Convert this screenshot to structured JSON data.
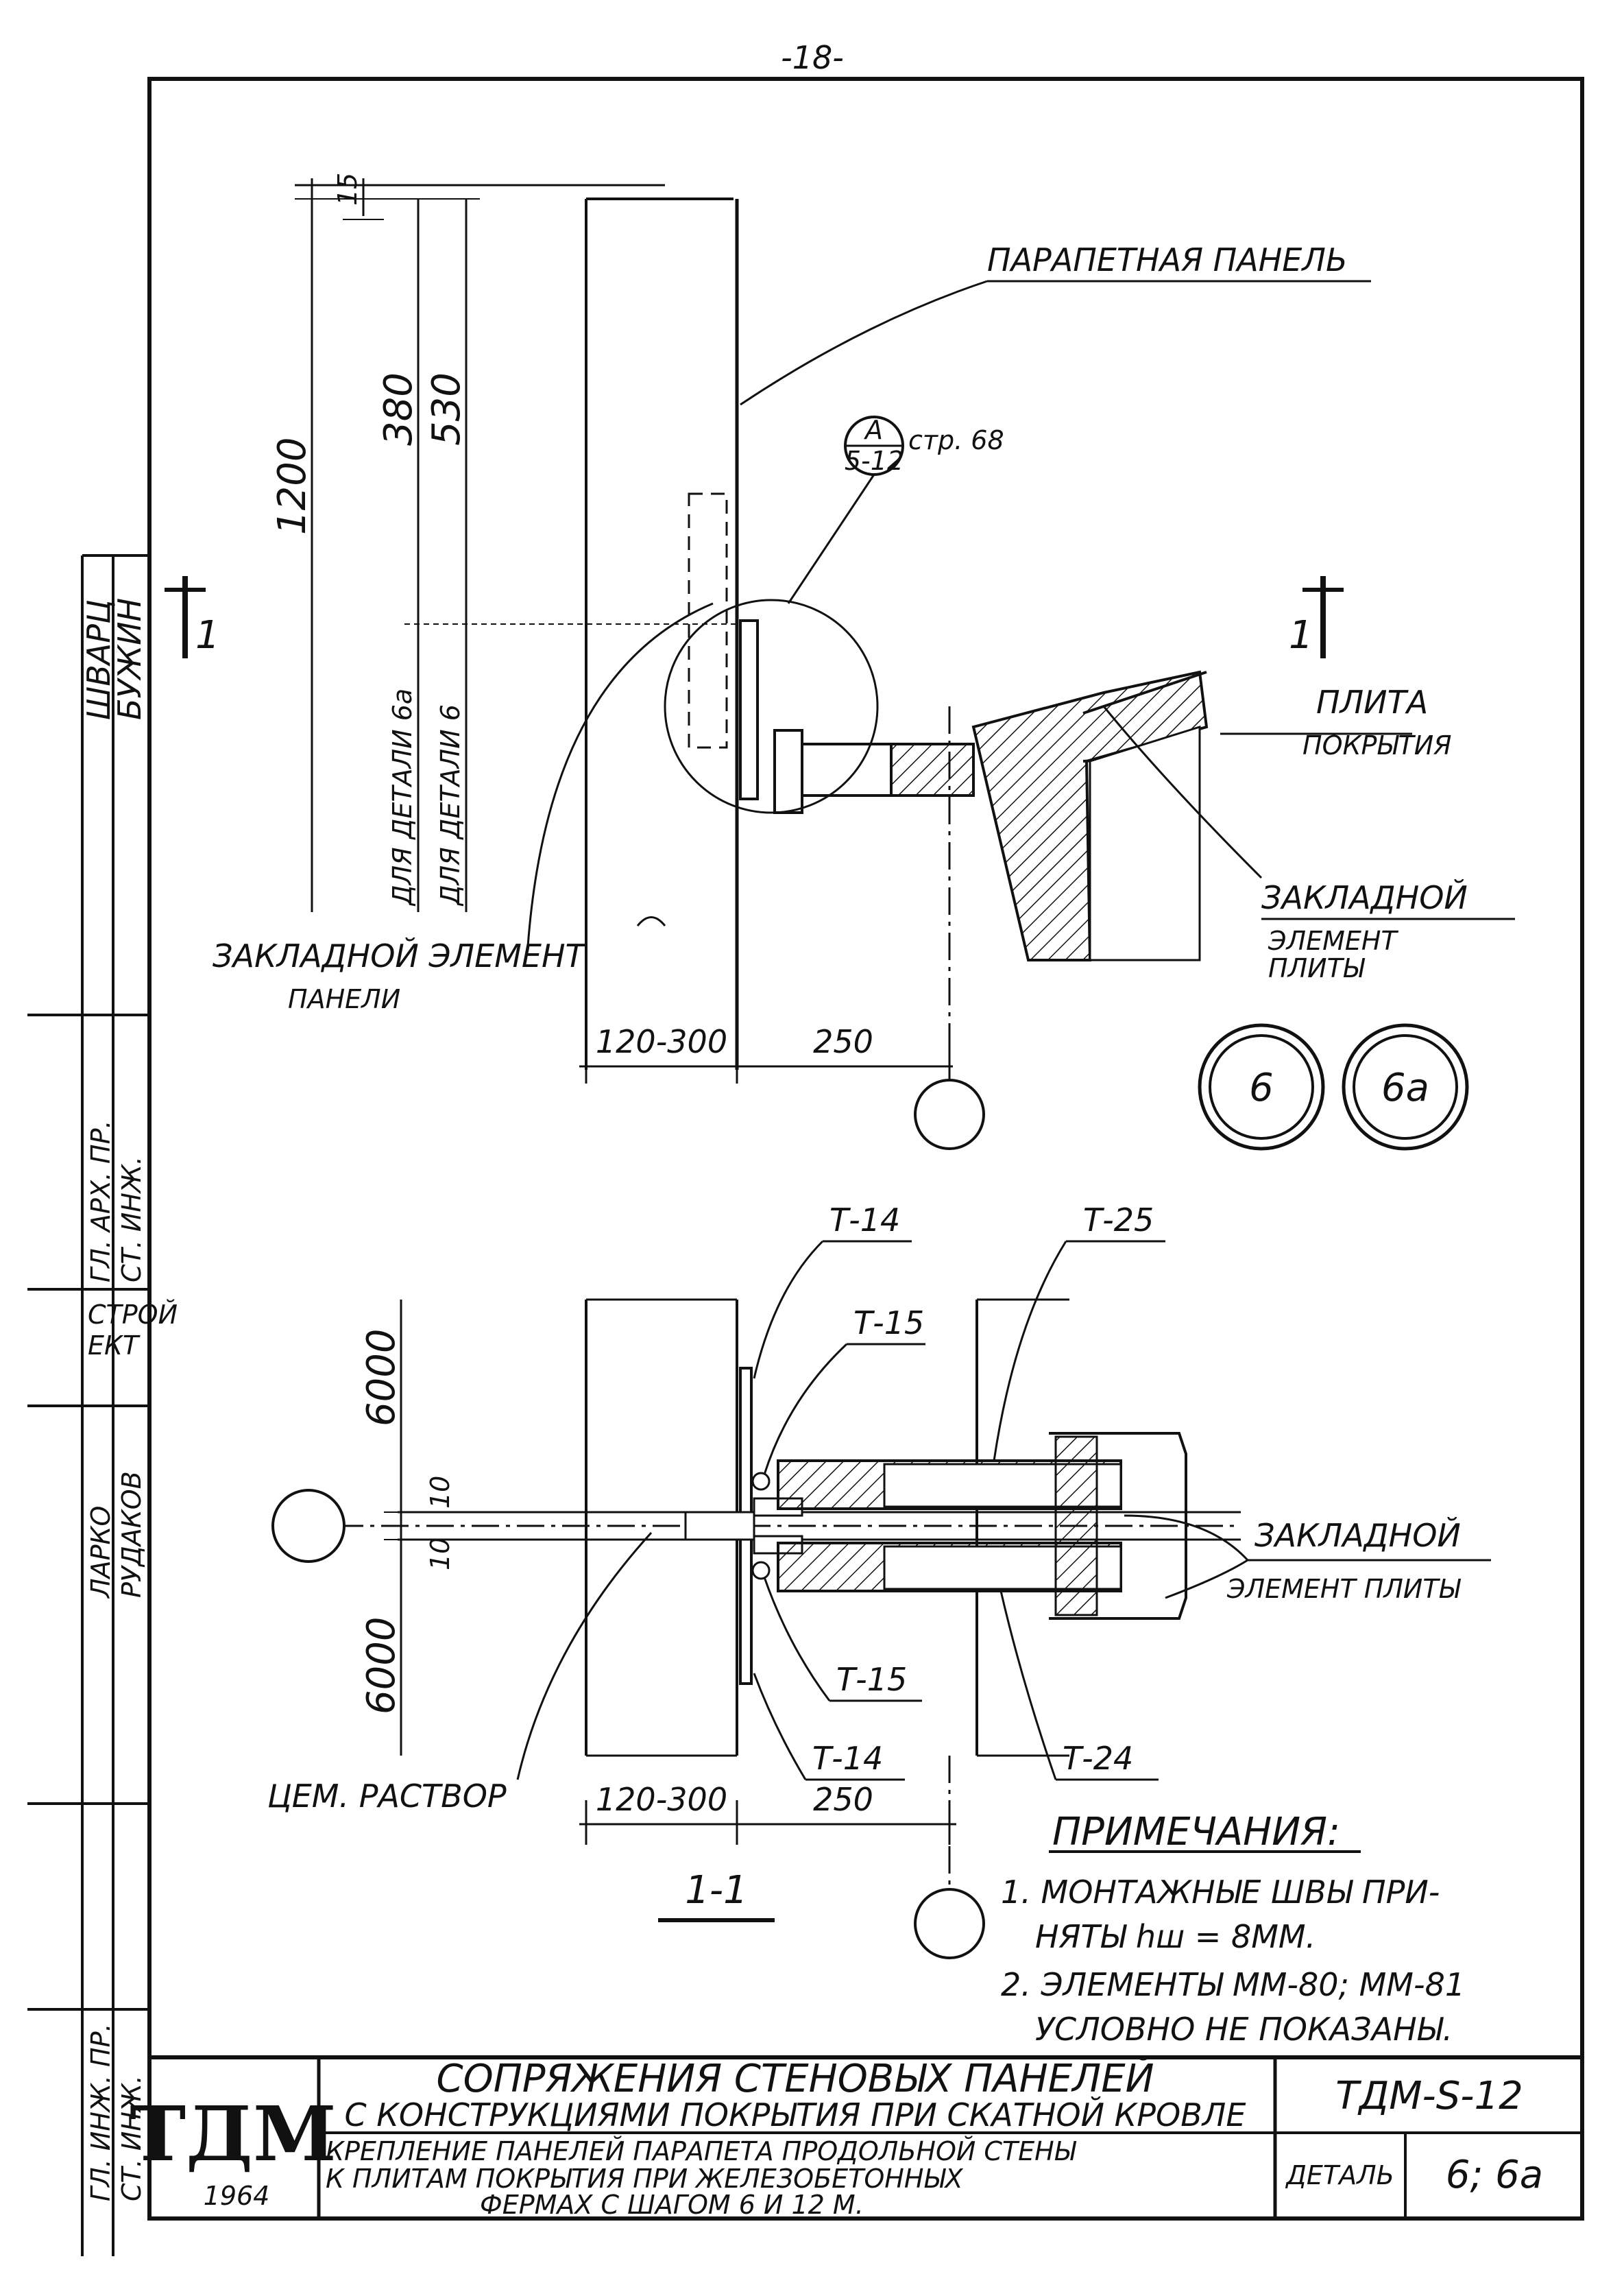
{
  "page_number": "-18-",
  "upper_view": {
    "dims_vertical": [
      "15",
      "1200",
      "380",
      "530"
    ],
    "detail_notes": [
      "ДЛЯ ДЕТАЛИ 6а",
      "ДЛЯ ДЕТАЛИ 6"
    ],
    "dims_horizontal": [
      "120-300",
      "250"
    ],
    "callout": {
      "top": "А",
      "bottom": "5-12",
      "ref": "стр. 68"
    },
    "labels": {
      "parapet_panel": "ПАРАПЕТНАЯ ПАНЕЛЬ",
      "slab": "ПЛИТА",
      "slab_sub": "ПОКРЫТИЯ",
      "embed_slab": "ЗАКЛАДНОЙ",
      "embed_slab_2": "ЭЛЕМЕНТ",
      "embed_slab_3": "ПЛИТЫ",
      "embed_panel": "ЗАКЛАДНОЙ ЭЛЕМЕНТ",
      "embed_panel_2": "ПАНЕЛИ"
    },
    "section_marks": [
      "1",
      "1"
    ],
    "detail_ids": [
      "6",
      "6а"
    ]
  },
  "lower_view": {
    "dims_vertical": [
      "6000",
      "10",
      "10",
      "6000"
    ],
    "dims_horizontal": [
      "120-300",
      "250"
    ],
    "part_labels": [
      "Т-14",
      "Т-25",
      "Т-15",
      "Т-15",
      "Т-14",
      "Т-24"
    ],
    "labels": {
      "embed": "ЗАКЛАДНОЙ",
      "embed_2": "ЭЛЕМЕНТ ПЛИТЫ",
      "mortar": "ЦЕМ. РАСТВОР"
    },
    "section_title": "1-1"
  },
  "notes": {
    "title": "ПРИМЕЧАНИЯ:",
    "items": [
      "1. МОНТАЖНЫЕ ШВЫ ПРИ-",
      "НЯТЫ hш = 8ММ.",
      "2. ЭЛЕМЕНТЫ ММ-80; ММ-81",
      "УСЛОВНО НЕ ПОКАЗАНЫ."
    ]
  },
  "title_block": {
    "org": "ТДМ",
    "year": "1964",
    "title_line1": "СОПРЯЖЕНИЯ СТЕНОВЫХ ПАНЕЛЕЙ",
    "title_line2": "С КОНСТРУКЦИЯМИ ПОКРЫТИЯ ПРИ СКАТНОЙ КРОВЛЕ",
    "sub_line1": "КРЕПЛЕНИЕ ПАНЕЛЕЙ ПАРАПЕТА ПРОДОЛЬНОЙ СТЕНЫ",
    "sub_line2": "К ПЛИТАМ ПОКРЫТИЯ ПРИ ЖЕЛЕЗОБЕТОННЫХ",
    "sub_line3": "ФЕРМАХ С ШАГОМ 6 И 12 М.",
    "code": "ТДМ-S-12",
    "detail_label": "ДЕТАЛЬ",
    "detail_value": "6; 6а"
  },
  "side_stamp": {
    "cells": [
      "ШВАРЦ",
      "БУЖИН",
      "ГЛ. АРХ. ПР.",
      "СТ. ИНЖ.",
      "СТРОЙ",
      "ЕКТ",
      "ЛАРКО",
      "РУДАКОВ",
      "ГЛ. ИНЖ. ПР.",
      "СТ. ИНЖ."
    ]
  }
}
